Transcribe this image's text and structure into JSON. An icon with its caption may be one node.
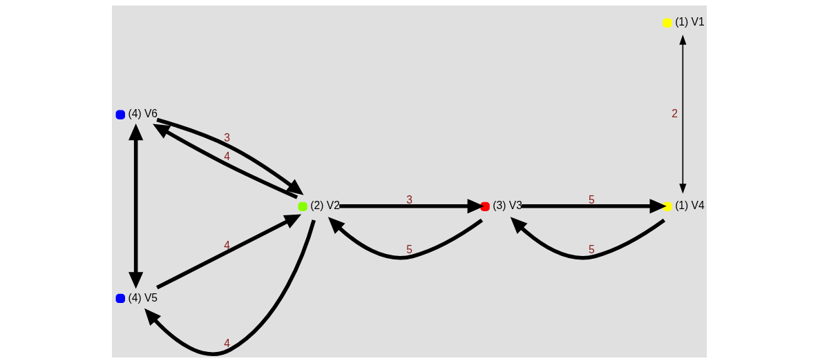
{
  "diagram": {
    "nodes": [
      {
        "text": [],
        "shape": "circle",
        "beside": [
          "(4) V6"
        ]
      },
      {
        "text": [],
        "shape": "circle",
        "beside": [
          "(1) V1"
        ]
      },
      {
        "text": [],
        "shape": "circle",
        "beside": [
          "(2) V2"
        ]
      },
      {
        "text": [],
        "shape": "circle",
        "beside": [
          "(3) V3"
        ]
      },
      {
        "text": [],
        "shape": "circle",
        "beside": [
          "(4) V5"
        ]
      },
      {
        "text": [],
        "shape": "circle",
        "beside": [
          "(1) V4"
        ]
      }
    ],
    "edges": [
      {
        "from": 0,
        "to": 4,
        "arrow": "both"
      },
      {
        "from": 2,
        "to": 0,
        "arrow": "to",
        "label": "4"
      },
      {
        "from": 0,
        "to": 2,
        "arrow": "to",
        "label": "3"
      },
      {
        "from": 2,
        "to": 4,
        "arrow": "to",
        "label": "4"
      },
      {
        "from": 4,
        "to": 2,
        "arrow": "to",
        "label": "4"
      },
      {
        "from": 3,
        "to": 2,
        "arrow": "to",
        "label": "5"
      },
      {
        "from": 2,
        "to": 3,
        "arrow": "to",
        "label": "3"
      },
      {
        "from": 5,
        "to": 3,
        "arrow": "to",
        "label": "5"
      },
      {
        "from": 3,
        "to": 5,
        "arrow": "to",
        "label": "5"
      },
      {
        "from": 1,
        "to": 5,
        "arrow": "both",
        "label": "2"
      }
    ]
  }
}
